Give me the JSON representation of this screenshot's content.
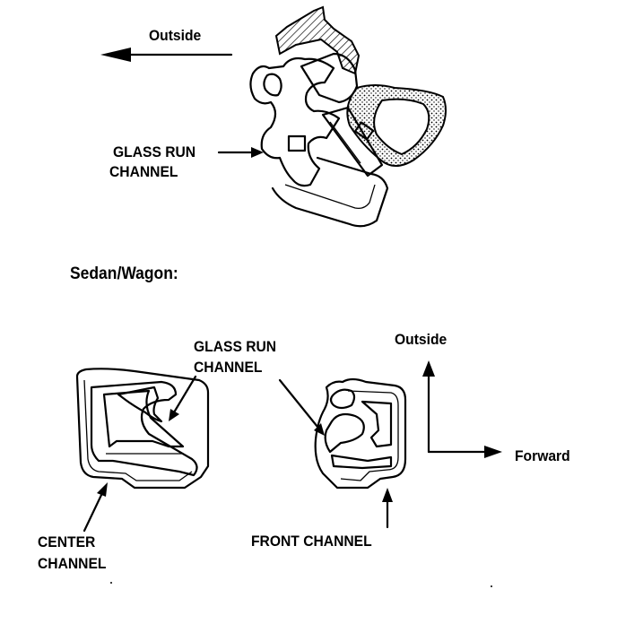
{
  "top_view": {
    "direction_label": "Outside",
    "glass_run_channel": [
      "GLASS RUN",
      "CHANNEL"
    ]
  },
  "section_heading": "Sedan/Wagon:",
  "bottom_view": {
    "glass_run_channel": [
      "GLASS RUN",
      "CHANNEL"
    ],
    "outside_label": "Outside",
    "forward_label": "Forward",
    "center_channel": [
      "CENTER",
      "CHANNEL"
    ],
    "front_channel": "FRONT CHANNEL"
  }
}
